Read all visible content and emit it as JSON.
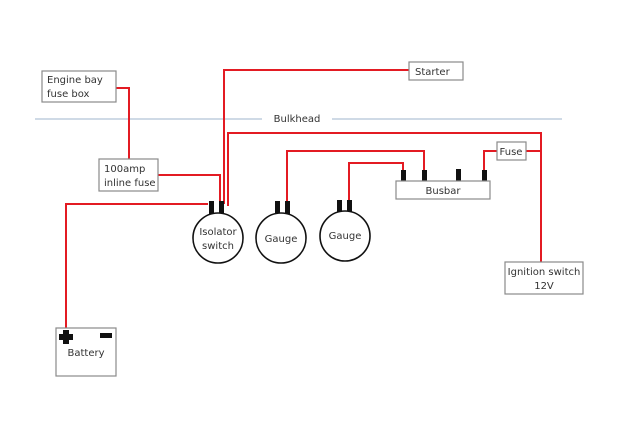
{
  "diagram": {
    "title": "Vehicle wiring diagram",
    "colors": {
      "wire": "#e31b23",
      "terminal": "#111111",
      "box_border": "#8a8a8a",
      "bulkhead_line": "#9fb6cc",
      "text": "#333333"
    },
    "bulkhead": {
      "label": "Bulkhead"
    },
    "components": {
      "engine_bay_fuse_box": {
        "line1": "Engine bay",
        "line2": "fuse box"
      },
      "starter": {
        "label": "Starter"
      },
      "inline_fuse": {
        "line1": "100amp",
        "line2": "inline fuse"
      },
      "isolator_switch": {
        "line1": "Isolator",
        "line2": "switch"
      },
      "gauge_1": {
        "label": "Gauge"
      },
      "gauge_2": {
        "label": "Gauge"
      },
      "busbar": {
        "label": "Busbar"
      },
      "fuse": {
        "label": "Fuse"
      },
      "ignition_switch": {
        "line1": "Ignition switch",
        "line2": "12V"
      },
      "battery": {
        "label": "Battery",
        "positive_symbol": "+",
        "negative_symbol": "−"
      }
    },
    "connections": [
      {
        "from": "battery.positive",
        "to": "isolator_switch.terminal_left"
      },
      {
        "from": "engine_bay_fuse_box",
        "to": "inline_fuse"
      },
      {
        "from": "inline_fuse",
        "to": "isolator_switch.terminal_right"
      },
      {
        "from": "isolator_switch.terminal_right",
        "to": "starter"
      },
      {
        "from": "isolator_switch.terminal_right",
        "to": "ignition_switch"
      },
      {
        "from": "fuse",
        "to": "ignition_switch_feed"
      },
      {
        "from": "fuse",
        "to": "busbar.terminal_4"
      },
      {
        "from": "busbar.terminal_2",
        "to": "gauge_1"
      },
      {
        "from": "busbar.terminal_1",
        "to": "gauge_2"
      }
    ]
  }
}
